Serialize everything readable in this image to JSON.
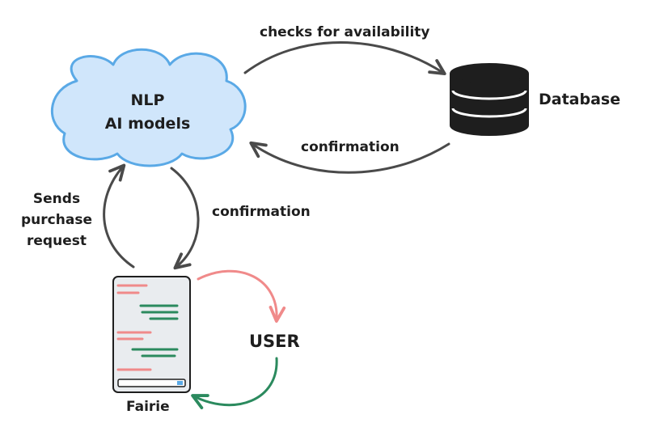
{
  "nodes": {
    "cloud": {
      "line1": "NLP",
      "line2": "AI models"
    },
    "database": {
      "label": "Database"
    },
    "user": {
      "label": "USER"
    },
    "app": {
      "label": "Fairie"
    }
  },
  "edges": {
    "checks": "checks for availability",
    "confirmation_db": "confirmation",
    "confirmation_app": "confirmation",
    "sends": [
      "Sends",
      "purchase",
      "request"
    ]
  },
  "colors": {
    "cloud_fill": "#d0e6fb",
    "cloud_stroke": "#5aa9e6",
    "ink": "#1e1e1e",
    "arrow_gray": "#4a4a4a",
    "user_out": "#f08a8a",
    "user_in": "#2b8a5e",
    "phone_fill": "#e9ecef"
  }
}
